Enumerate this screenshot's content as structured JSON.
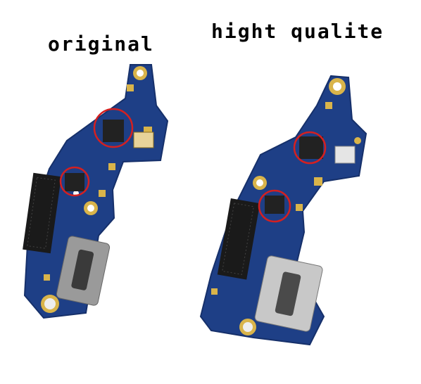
{
  "labels": {
    "left": "original",
    "right": "hight qualite"
  },
  "colors": {
    "pcb": "#1e3f86",
    "pcb_dark": "#16306a",
    "pad_gold": "#d9b44a",
    "pad_silver": "#c8c8c8",
    "port_metal": "#9a9a9a",
    "connector": "#1a1a1a",
    "circle_mark": "#d42020",
    "background": "#ffffff"
  },
  "annotations": {
    "left_board_marked_ic_count": 2,
    "right_board_marked_ic_count": 2
  }
}
